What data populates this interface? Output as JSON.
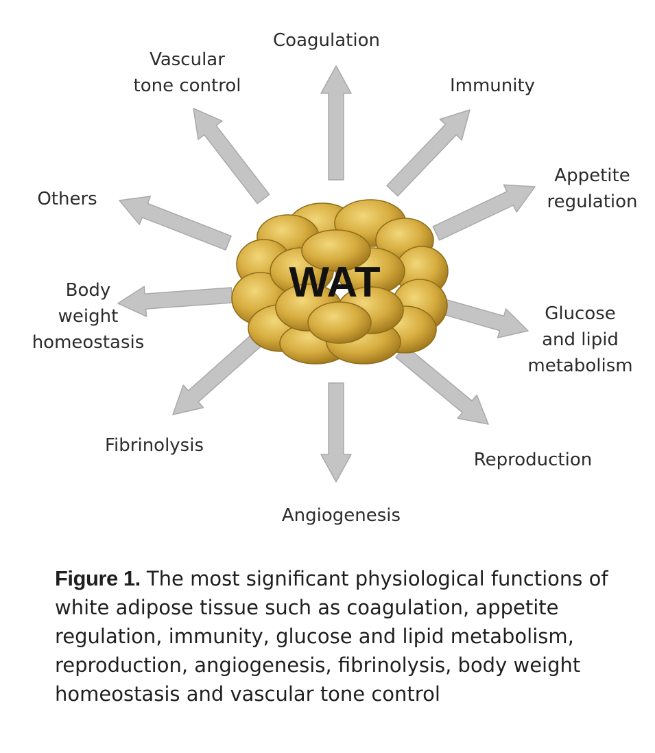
{
  "center": {
    "label": "WAT",
    "fill_color": "#d1a73e",
    "outline_color": "#8f6d1b"
  },
  "functions": {
    "coagulation": [
      "Coagulation"
    ],
    "immunity": [
      "Immunity"
    ],
    "appetite": [
      "Appetite",
      "regulation"
    ],
    "glucose": [
      "Glucose",
      "and lipid",
      "metabolism"
    ],
    "reproduction": [
      "Reproduction"
    ],
    "angiogenesis": [
      "Angiogenesis"
    ],
    "fibrinolysis": [
      "Fibrinolysis"
    ],
    "body_weight": [
      "Body",
      "weight",
      "homeostasis"
    ],
    "others": [
      "Others"
    ],
    "vascular": [
      "Vascular",
      "tone control"
    ]
  },
  "arrow_color": "#c4c4c4",
  "arrow_outline": "#a9a9a9",
  "caption": {
    "figure_number": "Figure 1.",
    "text": " The most significant physiological functions of white adipose tissue such as coagulation, appetite regulation, immunity, glucose and lipid metabolism, reproduction, angiogenesis, fibrinolysis, body weight homeostasis and vascular tone control"
  }
}
